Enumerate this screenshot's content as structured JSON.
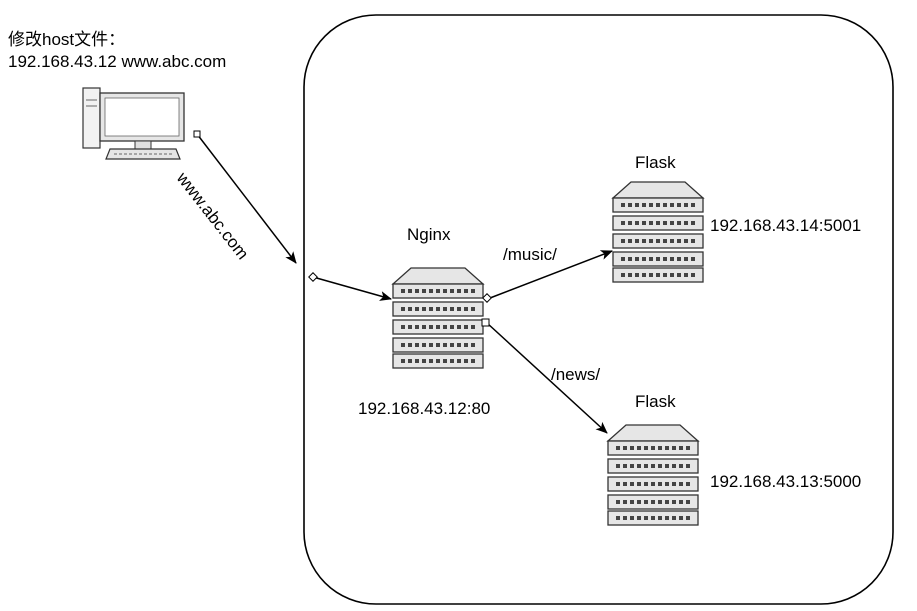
{
  "note": {
    "line1": "修改host文件：",
    "line2": "192.168.43.12 www.abc.com"
  },
  "client_link_label": "www.abc.com",
  "nginx": {
    "title": "Nginx",
    "address": "192.168.43.12:80"
  },
  "routes": {
    "music": {
      "label": "/music/",
      "color": "#5a9e94"
    },
    "news": {
      "label": "/news/",
      "color": "#e8141a"
    }
  },
  "flask_music": {
    "title": "Flask",
    "address": "192.168.43.14:5001"
  },
  "flask_news": {
    "title": "Flask",
    "address": "192.168.43.13:5000"
  },
  "icons": {
    "client": "desktop-computer-icon",
    "server": "server-rack-icon"
  }
}
